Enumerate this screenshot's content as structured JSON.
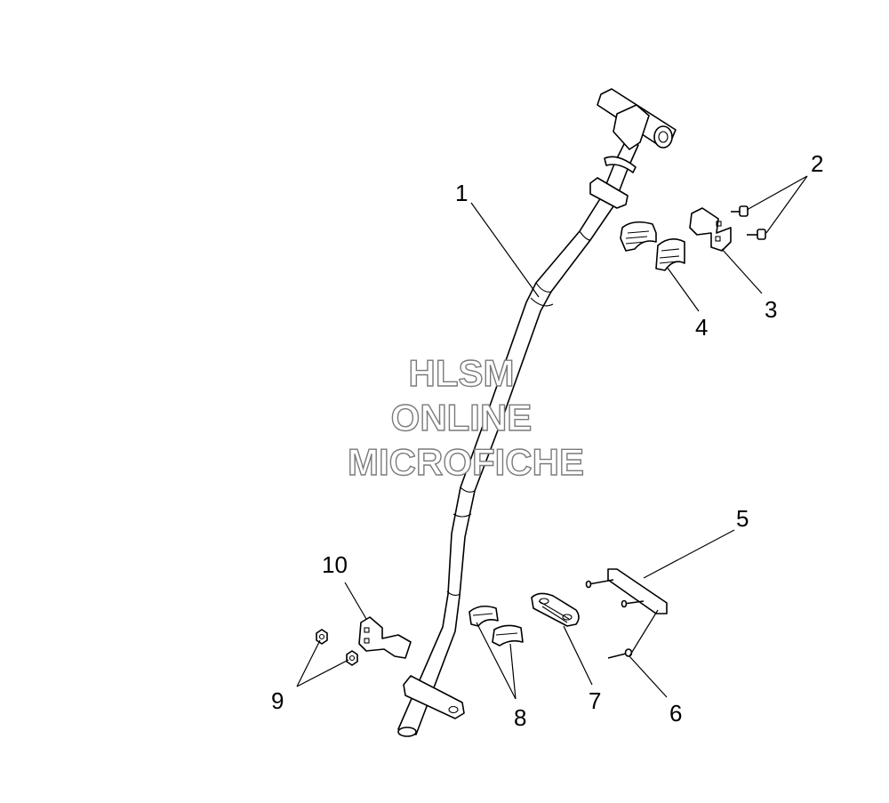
{
  "watermark": {
    "line1": "HLSM",
    "line2": "ONLINE",
    "line3": "MICROFICHE"
  },
  "callouts": {
    "c1": "1",
    "c2": "2",
    "c3": "3",
    "c4": "4",
    "c5": "5",
    "c6": "6",
    "c7": "7",
    "c8": "8",
    "c9": "9",
    "c10": "10"
  }
}
